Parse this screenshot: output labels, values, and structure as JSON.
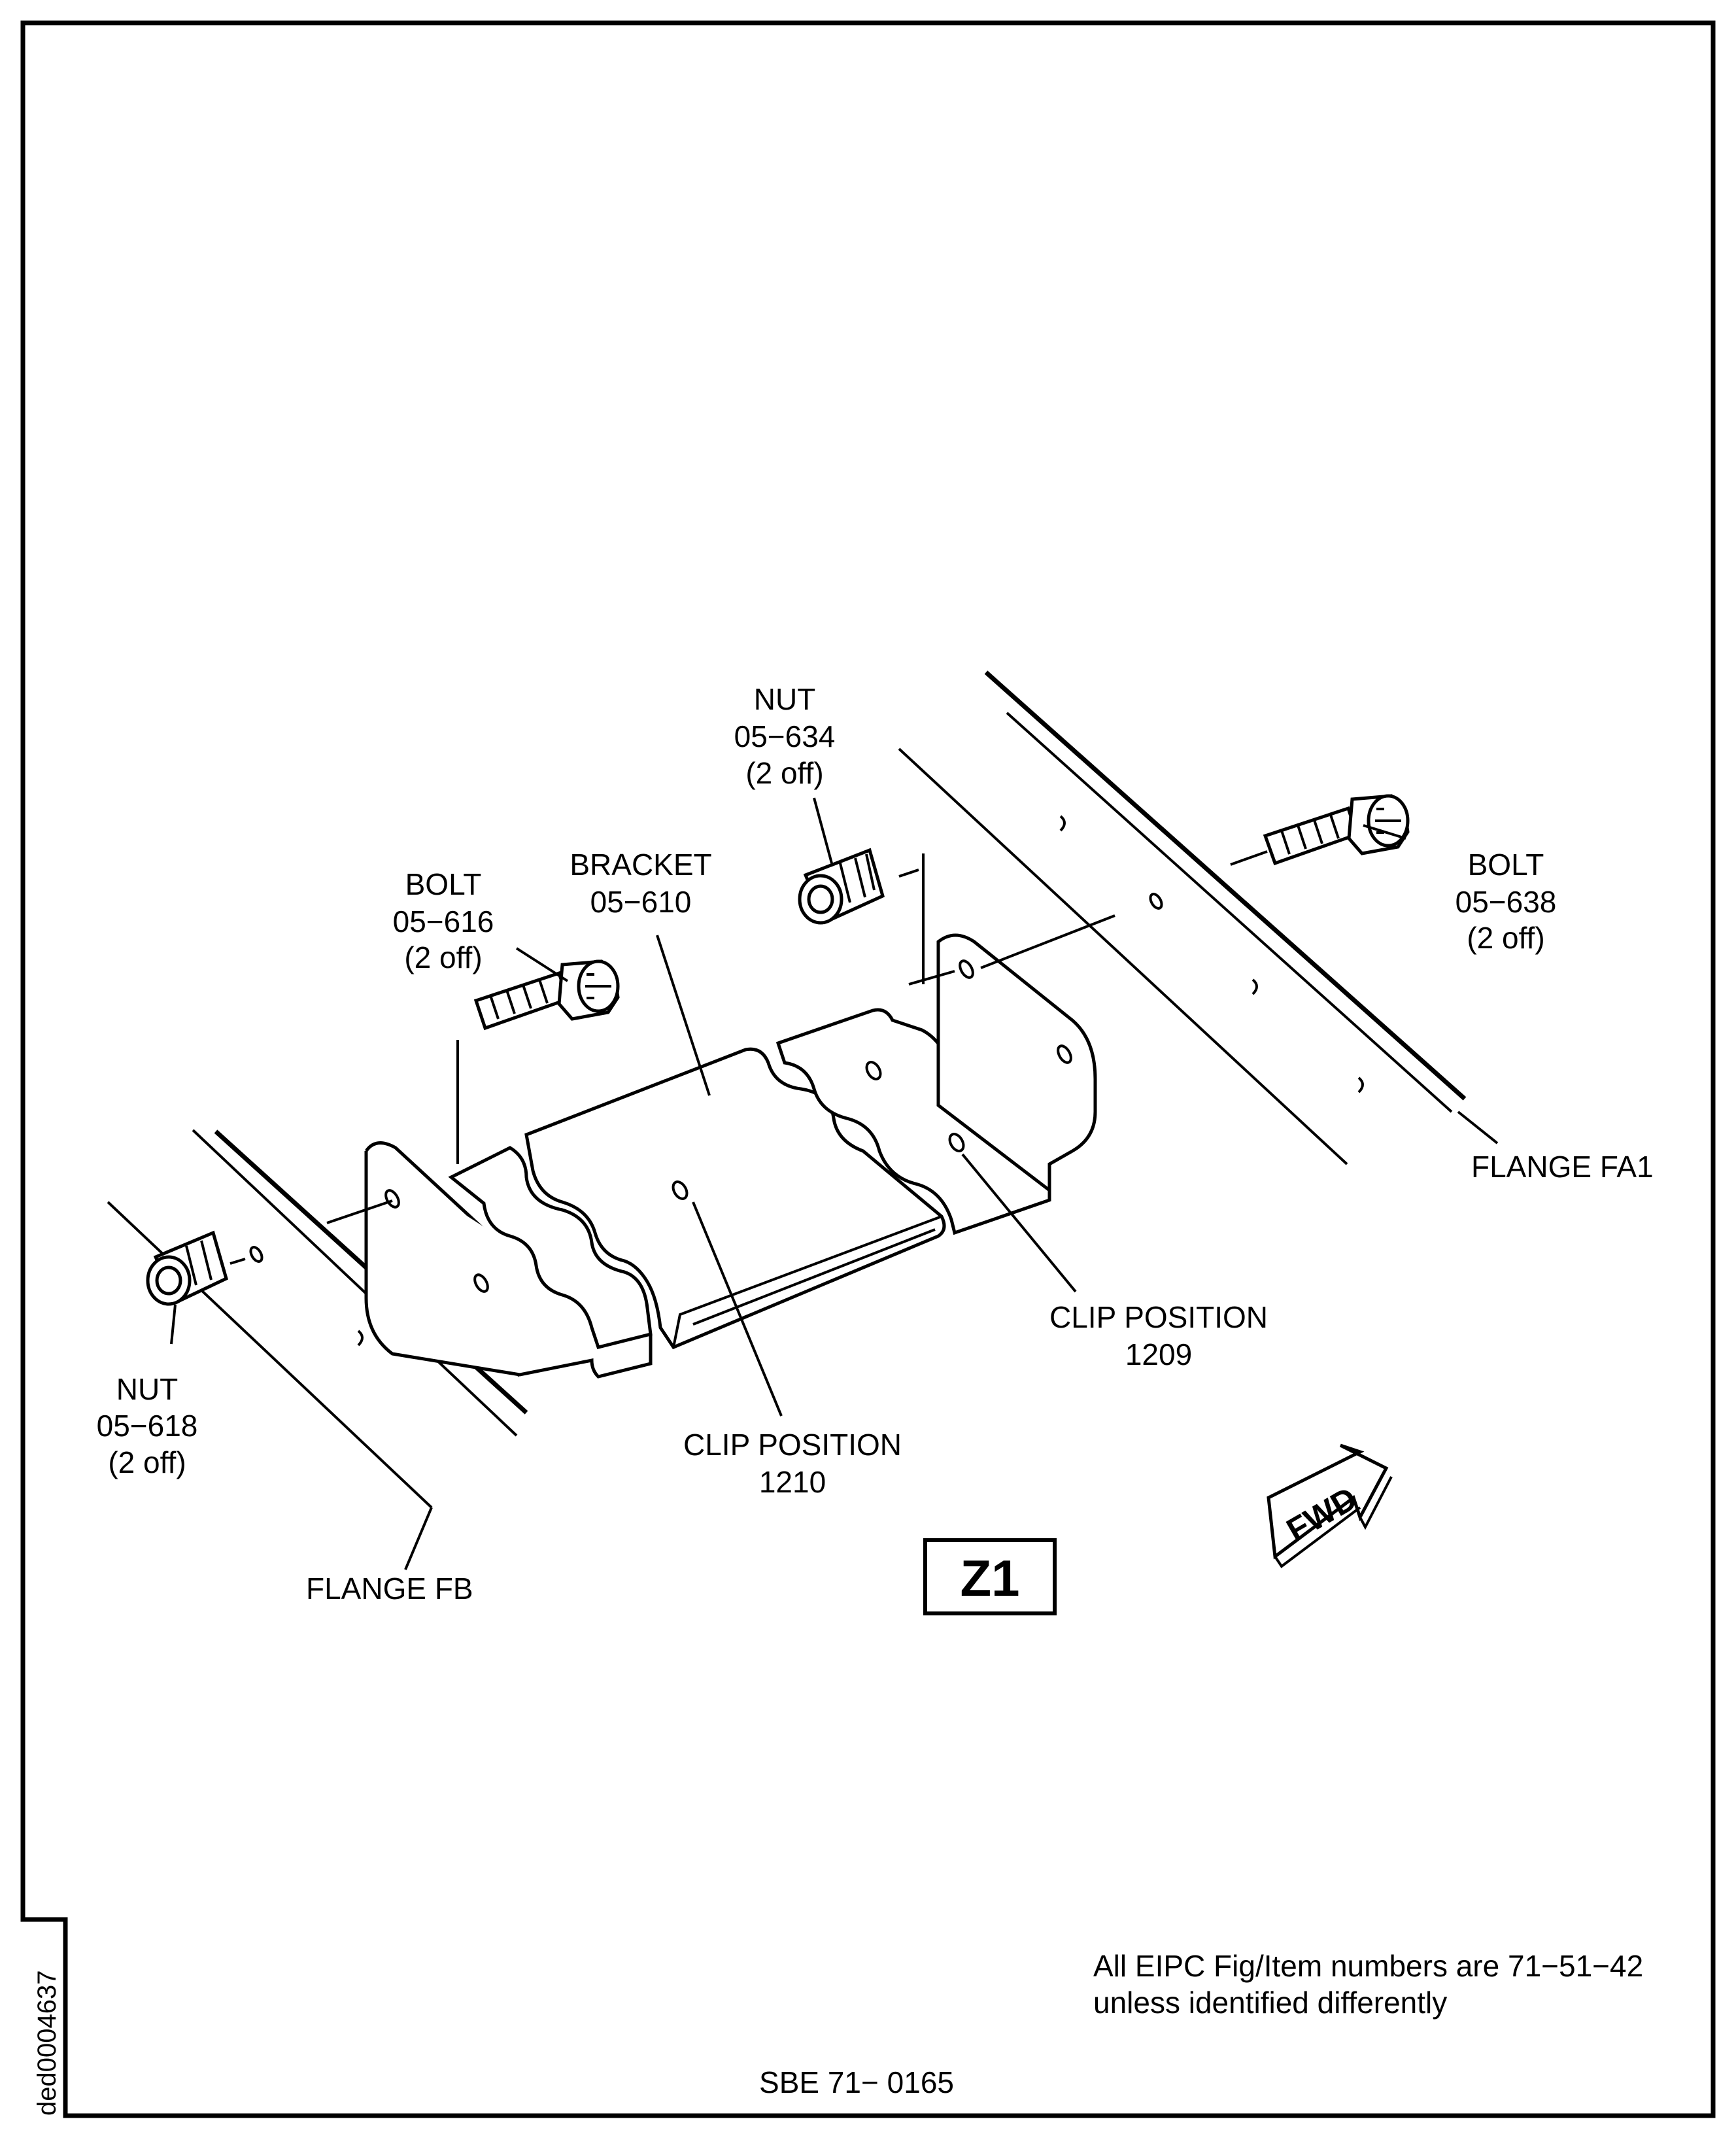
{
  "labels": {
    "nut_top": {
      "name": "NUT",
      "num": "05−634",
      "qty": "(2 off)"
    },
    "bolt_right": {
      "name": "BOLT",
      "num": "05−638",
      "qty": "(2 off)"
    },
    "bolt_left": {
      "name": "BOLT",
      "num": "05−616",
      "qty": "(2 off)"
    },
    "bracket": {
      "name": "BRACKET",
      "num": "05−610"
    },
    "nut_left": {
      "name": "NUT",
      "num": "05−618",
      "qty": "(2 off)"
    },
    "flange_fa1": "FLANGE FA1",
    "flange_fb": "FLANGE FB",
    "clip_1209": {
      "name": "CLIP POSITION",
      "num": "1209"
    },
    "clip_1210": {
      "name": "CLIP POSITION",
      "num": "1210"
    }
  },
  "view_label": "Z1",
  "fwd_arrow": "FWD",
  "note": {
    "line1": "All EIPC Fig/Item numbers are 71−51−42",
    "line2": "unless identified differently"
  },
  "drawing_id": "ded0004637",
  "footer": "SBE 71− 0165"
}
